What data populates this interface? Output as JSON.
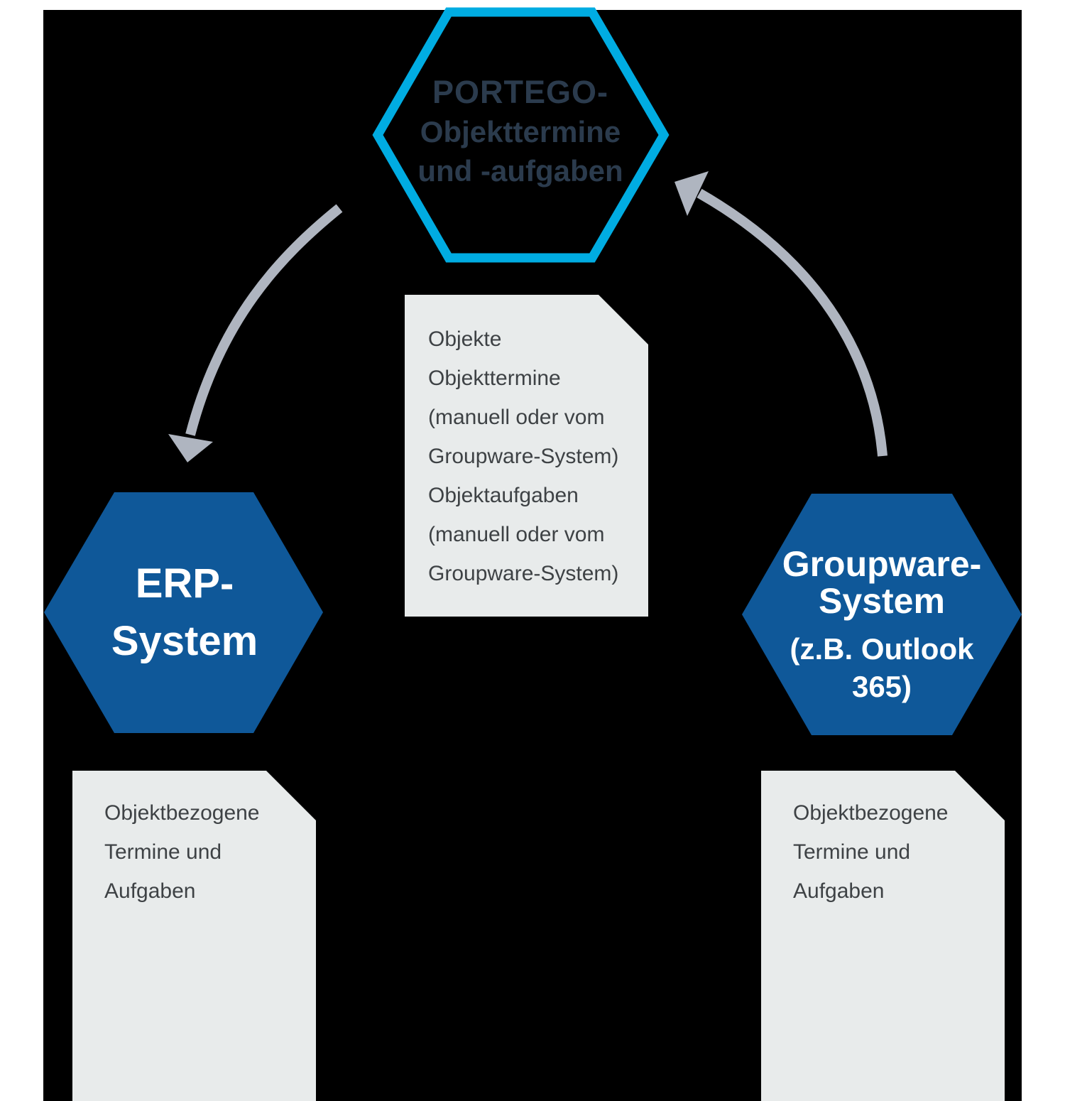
{
  "colors": {
    "background": "#000000",
    "margin": "#ffffff",
    "portego_outline": "#00ACE2",
    "portego_text": "#2B3B4D",
    "system_fill": "#0F5899",
    "system_text": "#ffffff",
    "document_bg": "#E8EBEB",
    "document_text": "#3E4245",
    "arrow": "#AFB5C0"
  },
  "hexagons": {
    "portego": {
      "title": "PORTEGO-",
      "subtitle_line1": "Objekttermine",
      "subtitle_line2": "und -aufgaben"
    },
    "erp": {
      "line1": "ERP-",
      "line2": "System"
    },
    "groupware": {
      "line1": "Groupware-",
      "line2": "System",
      "line3": "(z.B. Outlook",
      "line4": "365)"
    }
  },
  "documents": {
    "portego_items": {
      "lines": [
        "Objekte",
        "Objekttermine",
        "(manuell oder vom",
        "Groupware-System)",
        "Objektaufgaben",
        "(manuell oder vom",
        "Groupware-System)"
      ]
    },
    "erp_items": {
      "lines": [
        "Objektbezogene",
        "Termine und",
        "Aufgaben"
      ]
    },
    "groupware_items": {
      "lines": [
        "Objektbezogene",
        "Termine und",
        "Aufgaben"
      ]
    }
  }
}
